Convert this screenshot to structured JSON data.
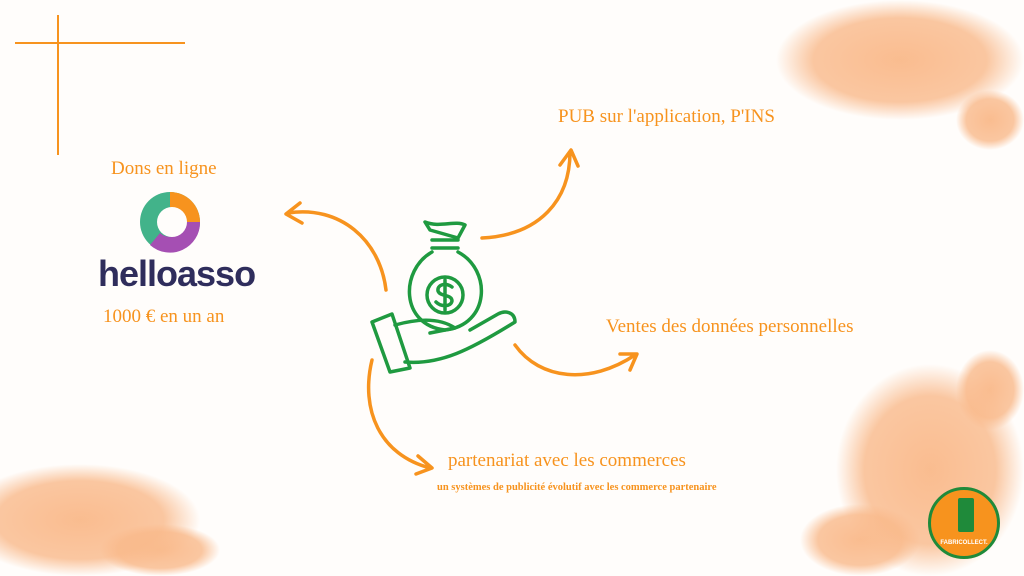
{
  "left": {
    "title": "Dons en ligne",
    "logo": "helloasso",
    "amount": "1000 € en un an"
  },
  "branches": {
    "pub": "PUB sur l'application, P'INS",
    "ventes": "Ventes des données personnelles",
    "partenariat": "partenariat avec les commerces",
    "partenariat_sub": "un systèmes de publicité évolutif avec les commerce partenaire"
  },
  "badge": {
    "label": "FABRICOLLECT."
  },
  "colors": {
    "orange": "#f7931e",
    "green": "#1f8a3a",
    "peach": "#f9b98a",
    "navy": "#2f2d5c"
  }
}
